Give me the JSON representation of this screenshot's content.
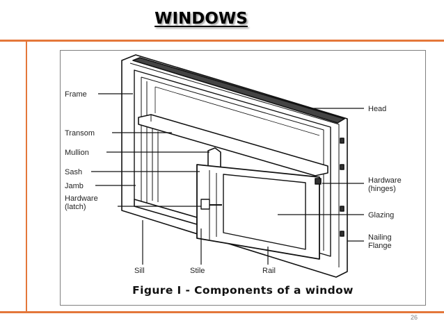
{
  "slide": {
    "title": "WINDOWS",
    "page_number": "26",
    "accent_color": "#e4773a"
  },
  "figure": {
    "caption": "Figure I - Components of a window",
    "labels": {
      "frame": "Frame",
      "transom": "Transom",
      "mullion": "Mullion",
      "sash": "Sash",
      "jamb": "Jamb",
      "hardware_latch_1": "Hardware",
      "hardware_latch_2": "(latch)",
      "head": "Head",
      "hardware_hinges_1": "Hardware",
      "hardware_hinges_2": "(hinges)",
      "glazing": "Glazing",
      "nailing_flange_1": "Nailing",
      "nailing_flange_2": "Flange",
      "sill": "Sill",
      "stile": "Stile",
      "rail": "Rail"
    }
  }
}
